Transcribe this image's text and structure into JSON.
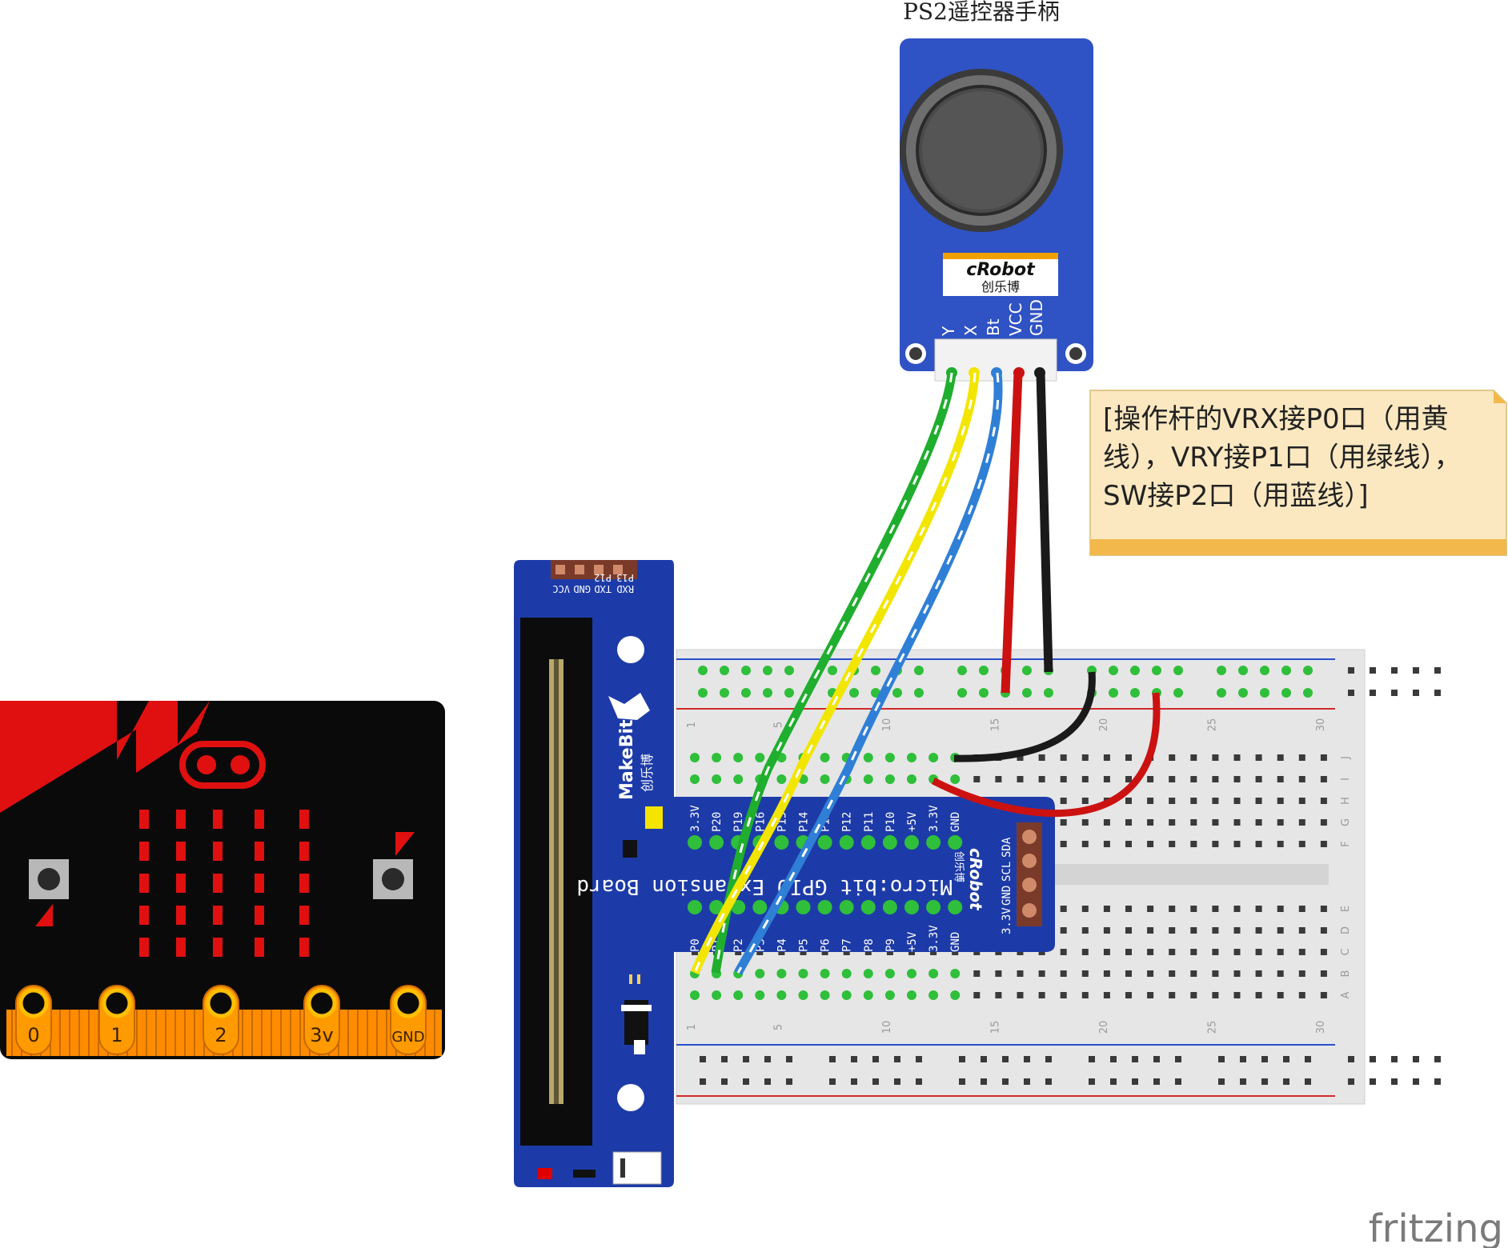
{
  "joystick": {
    "title": "PS2遥控器手柄",
    "brand": "cRobot",
    "brand_cn": "创乐博",
    "pins": [
      "Y",
      "X",
      "Bt",
      "VCC",
      "GND"
    ]
  },
  "note": {
    "text": "[操作杆的VRX接P0口（用黄线），VRY接P1口（用绿线），SW接P2口（用蓝线）]"
  },
  "expansion_board": {
    "logo": "MakeBit",
    "logo_cn": "创乐博",
    "title": "Micro:bit GPIO Expansion Board",
    "header_top": [
      "RXD",
      "TXD",
      "GND",
      "VCC"
    ],
    "header_top_sub": [
      "P13",
      "P12"
    ],
    "pins_top": [
      "3.3V",
      "P20",
      "P19",
      "P16",
      "P15",
      "P14",
      "P13",
      "P12",
      "P11",
      "P10",
      "+5V",
      "3.3V",
      "GND"
    ],
    "pins_bottom": [
      "P0",
      "P1",
      "P2",
      "P3",
      "P4",
      "P5",
      "P6",
      "P7",
      "P8",
      "P9",
      "+5V",
      "3.3V",
      "GND"
    ],
    "i2c_labels": [
      "3.3V",
      "GND",
      "SCL",
      "SDA"
    ],
    "brand": "cRobot",
    "brand_cn": "创乐博"
  },
  "breadboard": {
    "col_numbers": [
      "1",
      "5",
      "10",
      "15",
      "20",
      "25",
      "30"
    ],
    "rows_top": [
      "J",
      "I",
      "H",
      "G",
      "F"
    ],
    "rows_bottom": [
      "E",
      "D",
      "C",
      "B",
      "A"
    ]
  },
  "microbit": {
    "pads": [
      "0",
      "1",
      "2",
      "3v",
      "GND"
    ]
  },
  "footer": {
    "logo": "fritzing"
  },
  "colors": {
    "wire_yellow": "#f2e600",
    "wire_green": "#1fae2e",
    "wire_blue": "#2f7fd6",
    "wire_red": "#cc1111",
    "wire_black": "#1a1a1a",
    "board_blue": "#1d3ba8",
    "microbit_black": "#0a0a0a",
    "led_red": "#e01010",
    "note_bg": "#fbe8c0"
  }
}
